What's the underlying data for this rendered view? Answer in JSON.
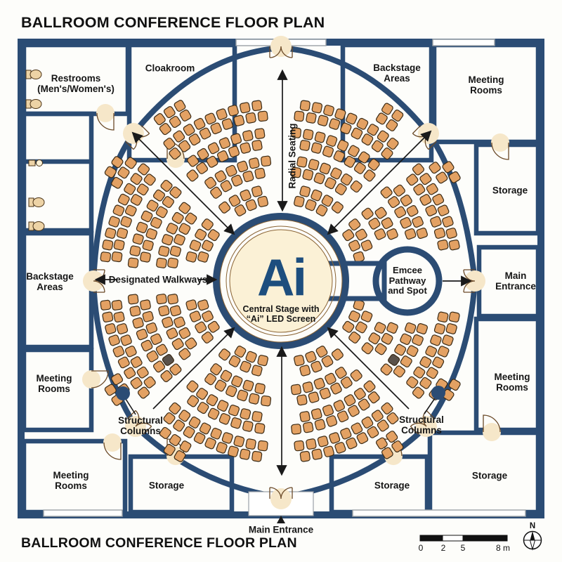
{
  "titles": {
    "top": "BALLROOM CONFERENCE FLOOR PLAN",
    "bottom": "BALLROOM CONFERENCE FLOOR PLAN"
  },
  "rooms": {
    "restrooms": "Restrooms\n(Men's/Women's)",
    "cloakroom": "Cloakroom",
    "backstage_top": "Backstage\nAreas",
    "meeting_top_right": "Meeting\nRooms",
    "storage_right": "Storage",
    "main_entrance_right": "Main\nEntrance",
    "meeting_right": "Meeting\nRooms",
    "storage_bottom_right": "Storage",
    "storage_bottom_center": "Storage",
    "storage_bottom_left": "Storage",
    "meeting_bottom_left": "Meeting\nRooms",
    "meeting_left": "Meeting\nRooms",
    "backstage_left": "Backstage\nAreas"
  },
  "annotations": {
    "radial_seating": "Radial Seating",
    "designated_walkways": "Designated Walkways",
    "structural_columns": "Structural\nColumns",
    "main_entrance_bottom": "Main Entrance"
  },
  "stage": {
    "screen_text": "Ai",
    "caption": "Central Stage with\n“Ai” LED Screen"
  },
  "emcee": {
    "label": "Emcee\nPathway\nand Spot"
  },
  "scale_bar": {
    "ticks": [
      "0",
      "2",
      "5",
      "8 m"
    ]
  },
  "compass": {
    "north": "N"
  },
  "colors": {
    "wall": "#2b4c74",
    "accent": "#1d4e7e",
    "seat": "#e3a163",
    "seat_stroke": "#3a2a15",
    "floor_light": "#fdf5de",
    "floor_dark": "#f1dcb6",
    "room_light": "#f7e3c1",
    "room_dark": "#eccfa0",
    "tan": "#d8a377",
    "dark_seat": "#59514a"
  }
}
